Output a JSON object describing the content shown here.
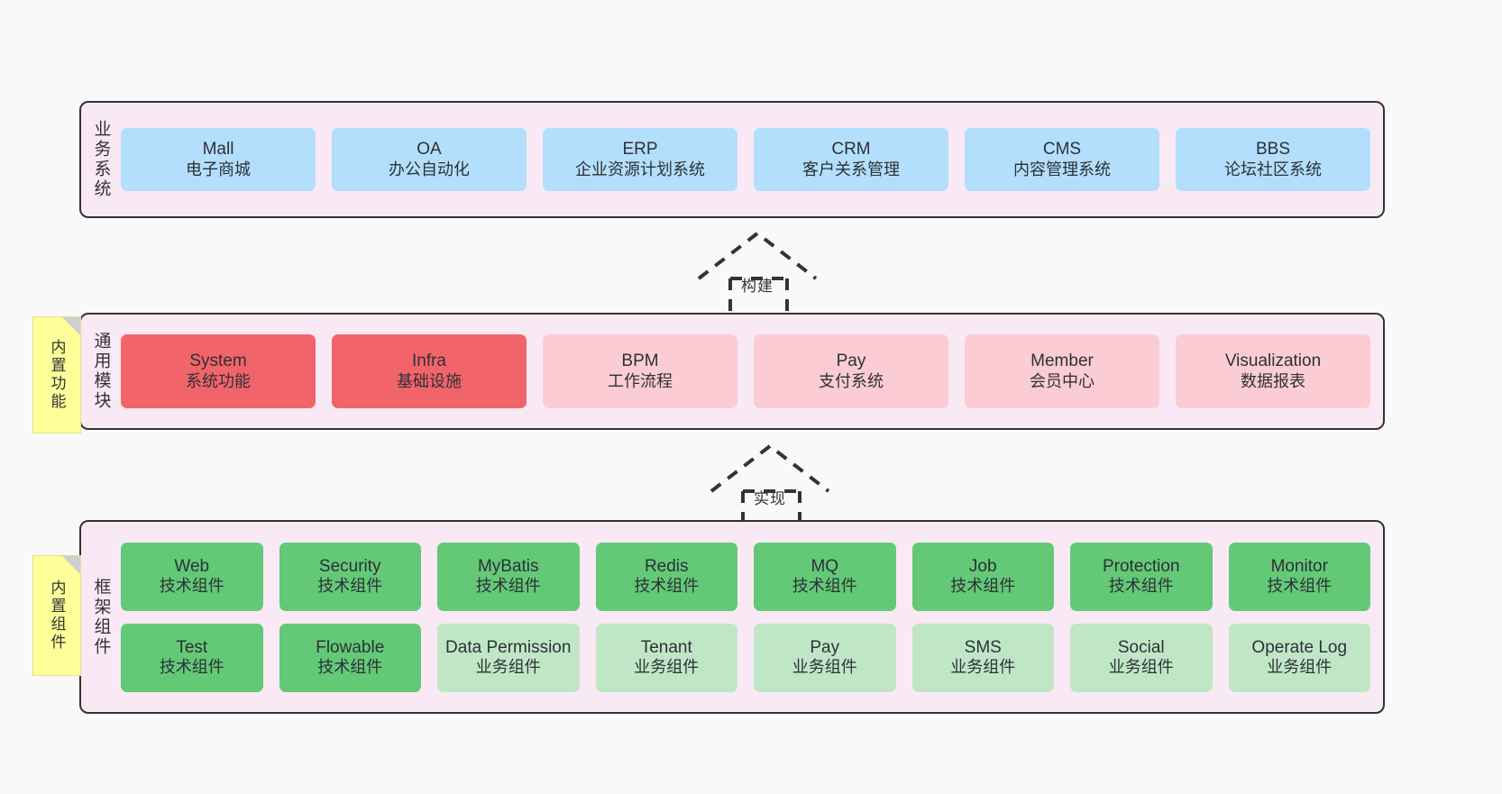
{
  "diagram": {
    "layers": [
      {
        "id": "business",
        "title": "业务系统",
        "rows": [
          {
            "tiles": [
              {
                "main": "Mall",
                "sub": "电子商城",
                "color": "#b3dffc"
              },
              {
                "main": "OA",
                "sub": "办公自动化",
                "color": "#b3dffc"
              },
              {
                "main": "ERP",
                "sub": "企业资源计划系统",
                "color": "#b3dffc"
              },
              {
                "main": "CRM",
                "sub": "客户关系管理",
                "color": "#b3dffc"
              },
              {
                "main": "CMS",
                "sub": "内容管理系统",
                "color": "#b3dffc"
              },
              {
                "main": "BBS",
                "sub": "论坛社区系统",
                "color": "#b3dffc"
              }
            ]
          }
        ]
      },
      {
        "id": "modules",
        "title": "通用模块",
        "rows": [
          {
            "tiles": [
              {
                "main": "System",
                "sub": "系统功能",
                "color": "#f1646a"
              },
              {
                "main": "Infra",
                "sub": "基础设施",
                "color": "#f1646a"
              },
              {
                "main": "BPM",
                "sub": "工作流程",
                "color": "#fcccd4"
              },
              {
                "main": "Pay",
                "sub": "支付系统",
                "color": "#fcccd4"
              },
              {
                "main": "Member",
                "sub": "会员中心",
                "color": "#fcccd4"
              },
              {
                "main": "Visualization",
                "sub": "数据报表",
                "color": "#fcccd4"
              }
            ]
          }
        ]
      },
      {
        "id": "framework",
        "title": "框架组件",
        "rows": [
          {
            "tiles": [
              {
                "main": "Web",
                "sub": "技术组件",
                "color": "#63c977"
              },
              {
                "main": "Security",
                "sub": "技术组件",
                "color": "#63c977"
              },
              {
                "main": "MyBatis",
                "sub": "技术组件",
                "color": "#63c977"
              },
              {
                "main": "Redis",
                "sub": "技术组件",
                "color": "#63c977"
              },
              {
                "main": "MQ",
                "sub": "技术组件",
                "color": "#63c977"
              },
              {
                "main": "Job",
                "sub": "技术组件",
                "color": "#63c977"
              },
              {
                "main": "Protection",
                "sub": "技术组件",
                "color": "#63c977"
              },
              {
                "main": "Monitor",
                "sub": "技术组件",
                "color": "#63c977"
              }
            ]
          },
          {
            "tiles": [
              {
                "main": "Test",
                "sub": "技术组件",
                "color": "#63c977"
              },
              {
                "main": "Flowable",
                "sub": "技术组件",
                "color": "#63c977"
              },
              {
                "main": "Data Permission",
                "sub": "业务组件",
                "color": "#bfe7c6"
              },
              {
                "main": "Tenant",
                "sub": "业务组件",
                "color": "#bfe7c6"
              },
              {
                "main": "Pay",
                "sub": "业务组件",
                "color": "#bfe7c6"
              },
              {
                "main": "SMS",
                "sub": "业务组件",
                "color": "#bfe7c6"
              },
              {
                "main": "Social",
                "sub": "业务组件",
                "color": "#bfe7c6"
              },
              {
                "main": "Operate Log",
                "sub": "业务组件",
                "color": "#bfe7c6"
              }
            ]
          }
        ]
      }
    ],
    "notes": [
      {
        "id": "builtin-features",
        "text": "内置功能"
      },
      {
        "id": "builtin-components",
        "text": "内置组件"
      }
    ],
    "connectors": [
      {
        "id": "build",
        "label": "构建"
      },
      {
        "id": "impl",
        "label": "实现"
      }
    ],
    "colors": {
      "canvas_background": "#f9f9f9",
      "layer_background": "#f9e9f4",
      "layer_border": "#333333",
      "note_background": "#ffff99",
      "note_fold": "#cfcfcf",
      "business_tile": "#b3dffc",
      "module_core_tile": "#f1646a",
      "module_tile": "#fcccd4",
      "tech_component_tile": "#63c977",
      "business_component_tile": "#bfe7c6",
      "connector_stroke": "#333333",
      "text": "#2d3138"
    }
  }
}
